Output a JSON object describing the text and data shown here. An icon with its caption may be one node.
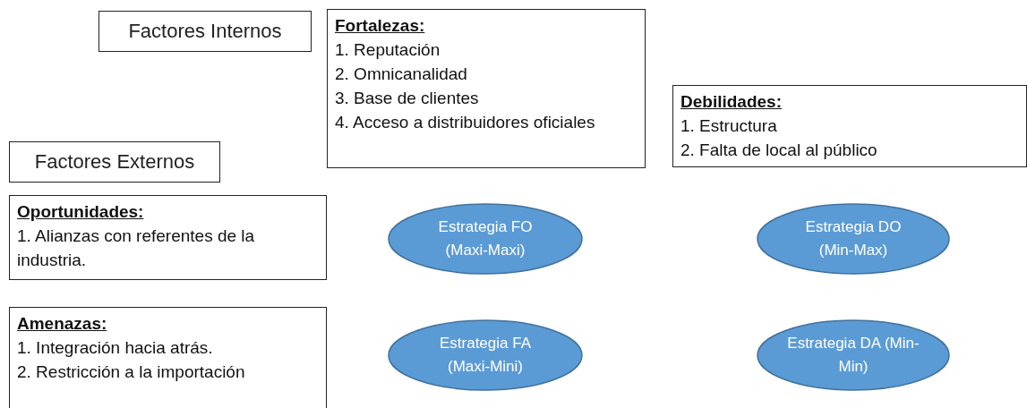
{
  "diagram": {
    "nodes": [
      {
        "text": [
          "Factores Internos"
        ]
      },
      {
        "text": [
          "Fortalezas:",
          "1. Reputación",
          "2. Omnicanalidad",
          "3. Base de clientes",
          "4. Acceso a distribuidores oficiales"
        ]
      },
      {
        "text": [
          "Debilidades:",
          "1. Estructura",
          "2. Falta de local al público"
        ]
      },
      {
        "text": [
          "Factores Externos"
        ]
      },
      {
        "text": [
          "Oportunidades:",
          "1. Alianzas con referentes de la industria."
        ]
      },
      {
        "text": [
          "Estrategia FO (Maxi-Maxi)"
        ]
      },
      {
        "text": [
          "Estrategia DO (Min-Max)"
        ]
      },
      {
        "text": [
          "Amenazas:",
          "1. Integración hacia atrás.",
          "2. Restricción a la importación"
        ]
      },
      {
        "text": [
          "Estrategia FA (Maxi-Mini)"
        ]
      },
      {
        "text": [
          "Estrategia DA (Min-Min)"
        ]
      }
    ]
  }
}
